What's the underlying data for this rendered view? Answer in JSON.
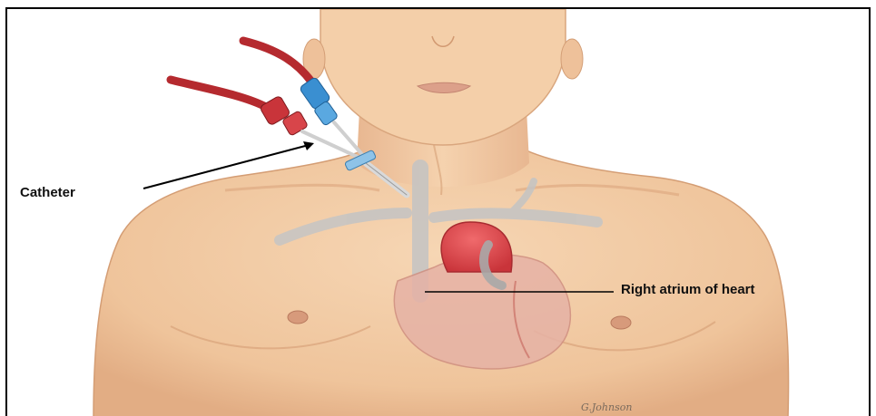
{
  "labels": {
    "catheter": "Catheter",
    "right_atrium": "Right atrium of heart"
  },
  "signature": "G.Johnson",
  "colors": {
    "skin": "#f2cba4",
    "skin_shadow": "#d9a67d",
    "heart_red": "#e0474c",
    "heart_overlay": "#e8b3a8",
    "vein_gray": "#bdbdbd",
    "catheter_red": "#b52a2f",
    "catheter_blue": "#3a8fd1",
    "border": "#000000"
  }
}
